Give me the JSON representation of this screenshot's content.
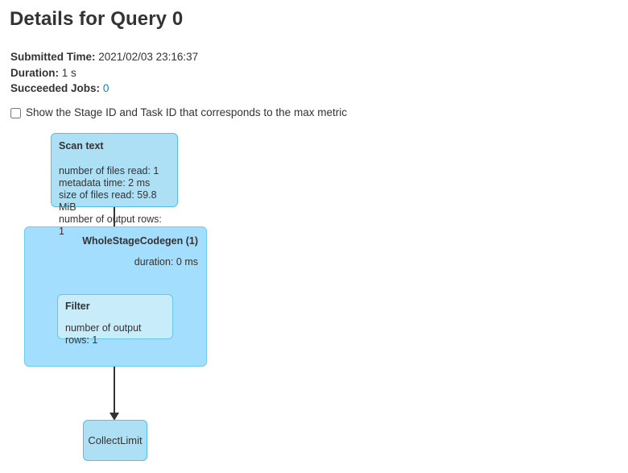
{
  "page": {
    "title": "Details for Query 0"
  },
  "summary": {
    "submitted_time_label": "Submitted Time:",
    "submitted_time_value": "2021/02/03 23:16:37",
    "duration_label": "Duration:",
    "duration_value": "1 s",
    "succeeded_jobs_label": "Succeeded Jobs:",
    "succeeded_jobs_value": "0"
  },
  "options": {
    "show_stage_task_id_label": "Show the Stage ID and Task ID that corresponds to the max metric",
    "show_stage_task_id_checked": false
  },
  "colors": {
    "node_fill": "#ADDFF5",
    "node_border": "#4EC2E8",
    "cluster_fill": "#A3DEFF",
    "cluster_border": "#6FCCEF",
    "inner_node_fill": "#C8ECFA",
    "edge": "#333333",
    "link": "#0088cc",
    "text": "#333333"
  },
  "graph": {
    "nodes": [
      {
        "id": "scan-text",
        "title": "Scan text",
        "metrics": "number of files read: 1\nmetadata time: 2 ms\nsize of files read: 59.8 MiB\nnumber of output rows: 1"
      },
      {
        "id": "whole-stage-codegen",
        "title": "WholeStageCodegen (1)",
        "metrics": "duration: 0 ms"
      },
      {
        "id": "filter",
        "title": "Filter",
        "metrics": "number of output rows: 1"
      },
      {
        "id": "collect-limit",
        "title": "CollectLimit",
        "metrics": ""
      }
    ],
    "edges": [
      {
        "from": "scan-text",
        "to": "filter"
      },
      {
        "from": "filter",
        "to": "collect-limit"
      }
    ]
  }
}
